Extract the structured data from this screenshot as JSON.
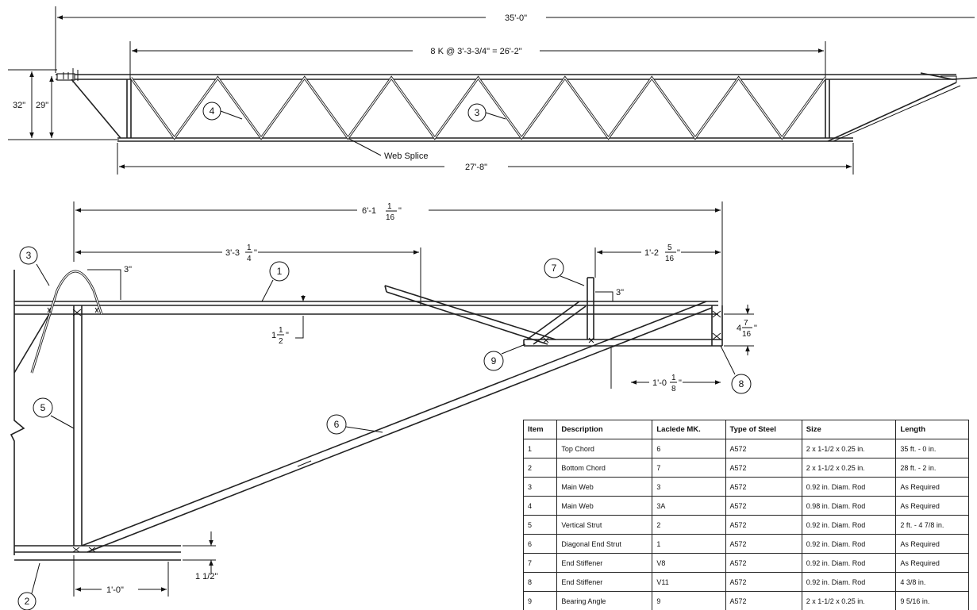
{
  "elevation": {
    "overall_length": "35'-0\"",
    "panel_spacing": "8 K @ 3'-3-3/4\" = 26'-2\"",
    "bottom_chord_length": "27'-8\"",
    "depth_outer": "32\"",
    "depth_inner": "29\"",
    "web_splice_label": "Web Splice",
    "callouts": [
      "4",
      "3"
    ]
  },
  "detail": {
    "dim_end_overall": "6'-1 1/16\"",
    "dim_end_overall_main": "6'-1",
    "dim_end_overall_frac": [
      "1",
      "16"
    ],
    "dim_panel": "3'-3 1/4\"",
    "dim_panel_main": "3'-3",
    "dim_panel_frac": [
      "1",
      "4"
    ],
    "dim_stiffener": "1'-2 5/16\"",
    "dim_stiffener_main": "1'-2",
    "dim_stiffener_frac": [
      "5",
      "16"
    ],
    "dim_web_rise": "3\"",
    "dim_stiffener_rise": "3\"",
    "dim_chord_depth": "1 1/2\"",
    "dim_chord_depth_main": "1",
    "dim_chord_depth_frac": [
      "1",
      "2"
    ],
    "dim_end_depth": "4 7/16\"",
    "dim_end_depth_main": "4",
    "dim_end_depth_frac": [
      "7",
      "16"
    ],
    "dim_bearing": "1'-0 1/8\"",
    "dim_bearing_main": "1'-0",
    "dim_bearing_frac": [
      "1",
      "8"
    ],
    "dim_bottom": "1'-0\"",
    "dim_bottom_depth": "1 1/2\"",
    "callouts": [
      "3",
      "1",
      "7",
      "9",
      "8",
      "5",
      "6",
      "2"
    ]
  },
  "bom": {
    "headers": [
      "Item",
      "Description",
      "Laclede MK.",
      "Type of Steel",
      "Size",
      "Length"
    ],
    "rows": [
      [
        "1",
        "Top Chord",
        "6",
        "A572",
        "2 x 1-1/2 x 0.25 in.",
        "35 ft. - 0 in."
      ],
      [
        "2",
        "Bottom Chord",
        "7",
        "A572",
        "2 x 1-1/2 x 0.25 in.",
        "28 ft. - 2 in."
      ],
      [
        "3",
        "Main Web",
        "3",
        "A572",
        "0.92 in. Diam. Rod",
        "As Required"
      ],
      [
        "4",
        "Main Web",
        "3A",
        "A572",
        "0.98 in. Diam. Rod",
        "As Required"
      ],
      [
        "5",
        "Vertical Strut",
        "2",
        "A572",
        "0.92 in. Diam. Rod",
        "2 ft. - 4 7/8 in."
      ],
      [
        "6",
        "Diagonal End Strut",
        "1",
        "A572",
        "0.92 in. Diam. Rod",
        "As Required"
      ],
      [
        "7",
        "End Stiffener",
        "V8",
        "A572",
        "0.92 in. Diam. Rod",
        "As Required"
      ],
      [
        "8",
        "End Stiffener",
        "V11",
        "A572",
        "0.92 in. Diam. Rod",
        "4 3/8 in."
      ],
      [
        "9",
        "Bearing Angle",
        "9",
        "A572",
        "2 x 1-1/2 x 0.25 in.",
        "9 5/16 in."
      ]
    ]
  }
}
